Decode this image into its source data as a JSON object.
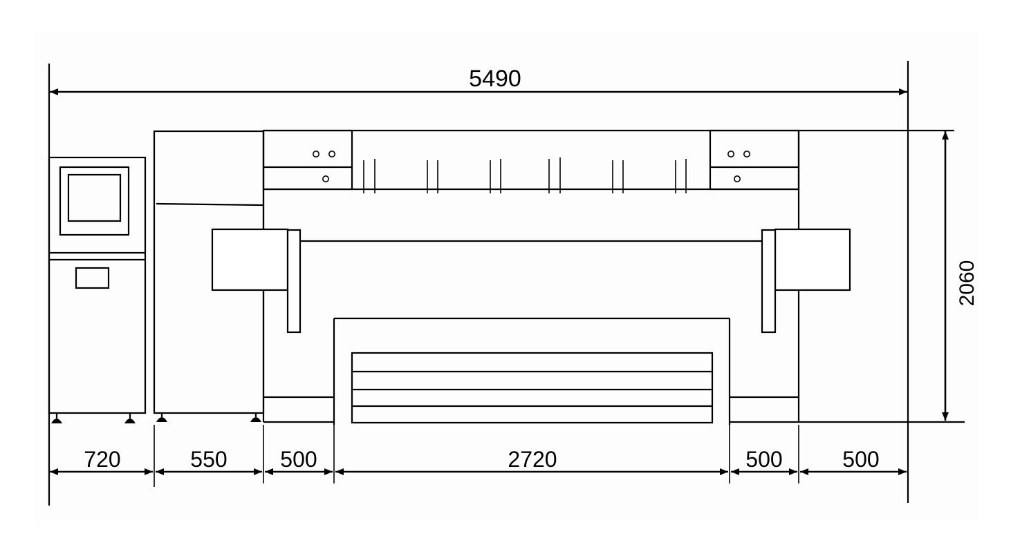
{
  "drawing": {
    "overall_width": "5490",
    "overall_height": "2060",
    "segments": [
      "720",
      "550",
      "500",
      "2720",
      "500",
      "500"
    ]
  }
}
